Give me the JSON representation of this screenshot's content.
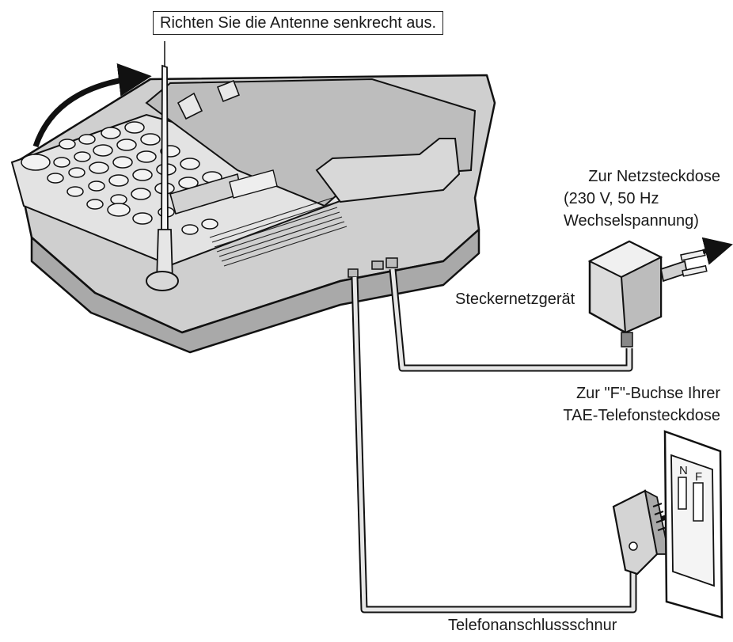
{
  "labels": {
    "antenna_instruction": "Richten Sie die Antenne senkrecht aus.",
    "outlet_line1": "Zur Netzsteckdose",
    "outlet_line2": "(230 V, 50 Hz",
    "outlet_line3": "Wechselspannung)",
    "adapter": "Steckernetzgerät",
    "tae_line1": "Zur \"F\"-Buchse Ihrer",
    "tae_line2": "TAE-Telefonsteckdose",
    "cord": "Telefonanschlussschnur",
    "socket_n": "N",
    "socket_f": "F"
  }
}
